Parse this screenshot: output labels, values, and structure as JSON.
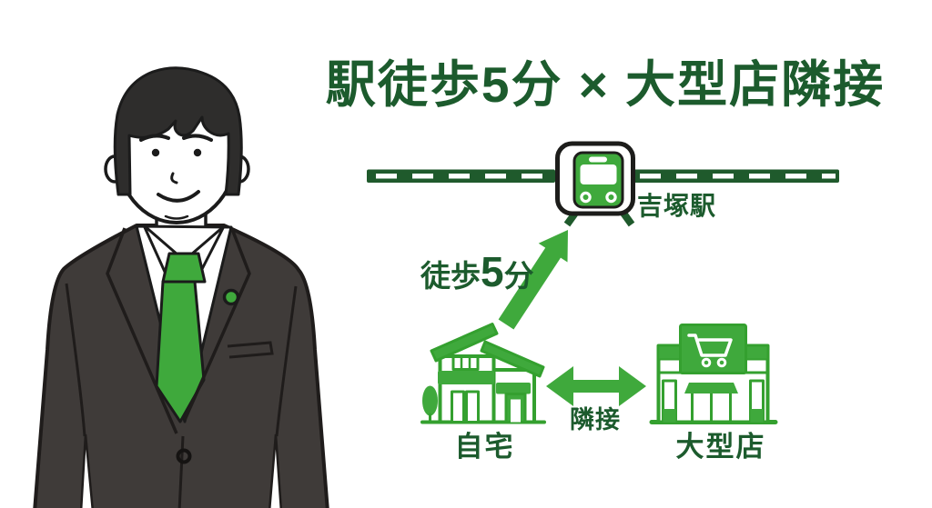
{
  "title": "駅徒歩5分 × 大型店隣接",
  "diagram": {
    "station": {
      "label": "吉塚駅"
    },
    "walk": {
      "prefix": "徒歩",
      "minutes": "5",
      "unit": "分"
    },
    "home": {
      "label": "自宅"
    },
    "adjacency": {
      "label": "隣接"
    },
    "store": {
      "label": "大型店"
    }
  },
  "icons": {
    "train": "train-station-icon",
    "house": "house-icon",
    "store": "store-front-icon",
    "cart": "shopping-cart-icon",
    "walk_arrow": "up-right-arrow-icon",
    "adjacency_arrow": "double-headed-arrow-icon",
    "person": "businessman-green-tie-illustration"
  },
  "colors": {
    "title_green": "#1C5B2D",
    "accent_green": "#3FA93C",
    "icon_line_green": "#34A02F",
    "rail_green": "#1F5A2C",
    "suit_gray": "#3F3B39",
    "background": "#FFFFFF"
  }
}
